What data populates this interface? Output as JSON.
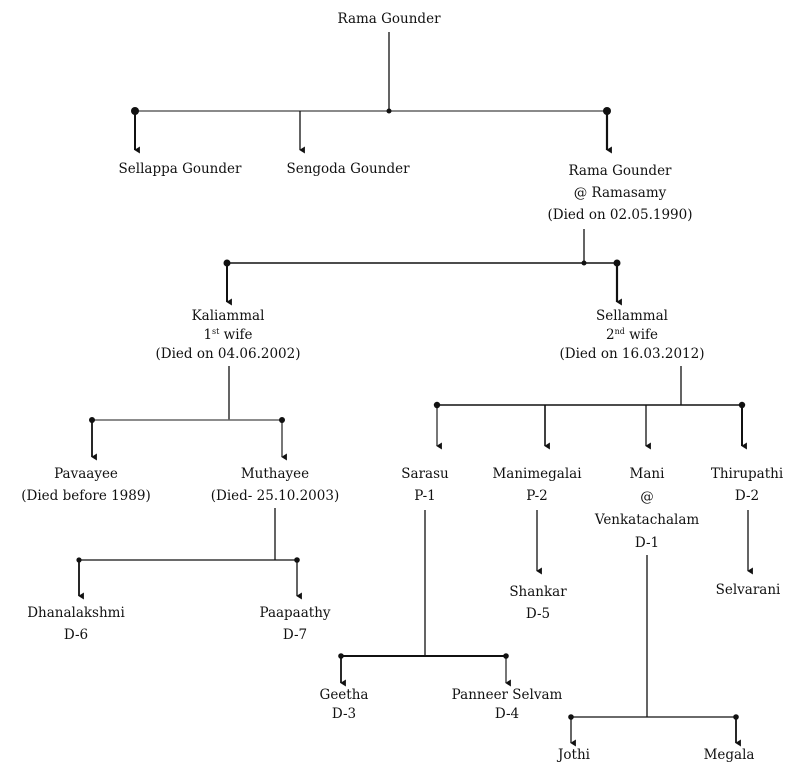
{
  "title": "Family tree of Rama Gounder",
  "colors": {
    "line": "#111111",
    "line_grey": "#8a8a8a",
    "text": "#111111",
    "background": "#ffffff"
  },
  "people": {
    "root": {
      "lines": [
        "Rama Gounder"
      ]
    },
    "sellappa": {
      "lines": [
        "Sellappa Gounder"
      ]
    },
    "sengoda": {
      "lines": [
        "Sengoda Gounder"
      ]
    },
    "ramasamy": {
      "lines": [
        "Rama Gounder",
        "@ Ramasamy",
        "(Died on 02.05.1990)"
      ]
    },
    "kaliammal": {
      "name": "Kaliammal",
      "ordinal": "1",
      "ordinal_suffix": "st",
      "role": "wife",
      "died": "(Died on 04.06.2002)"
    },
    "sellammal": {
      "name": "Sellammal",
      "ordinal": "2",
      "ordinal_suffix": "nd",
      "role": "wife",
      "died": "(Died on 16.03.2012)"
    },
    "pavaayee": {
      "lines": [
        "Pavaayee",
        "(Died before 1989)"
      ]
    },
    "muthayee": {
      "lines": [
        "Muthayee",
        "(Died- 25.10.2003)"
      ]
    },
    "sarasu": {
      "lines": [
        "Sarasu",
        "P-1"
      ]
    },
    "manimegalai": {
      "lines": [
        "Manimegalai",
        "P-2"
      ]
    },
    "mani": {
      "lines": [
        "Mani",
        "@",
        "Venkatachalam",
        "D-1"
      ]
    },
    "thirupathi": {
      "lines": [
        "Thirupathi",
        "D-2"
      ]
    },
    "dhanalakshmi": {
      "lines": [
        "Dhanalakshmi",
        "D-6"
      ]
    },
    "paapaathy": {
      "lines": [
        "Paapaathy",
        "D-7"
      ]
    },
    "shankar": {
      "lines": [
        "Shankar",
        "D-5"
      ]
    },
    "selvarani": {
      "lines": [
        "Selvarani"
      ]
    },
    "geetha": {
      "lines": [
        "Geetha",
        "D-3"
      ]
    },
    "panneer": {
      "lines": [
        "Panneer Selvam",
        "D-4"
      ]
    },
    "jothi": {
      "lines": [
        "Jothi"
      ]
    },
    "megala": {
      "lines": [
        "Megala"
      ]
    }
  }
}
